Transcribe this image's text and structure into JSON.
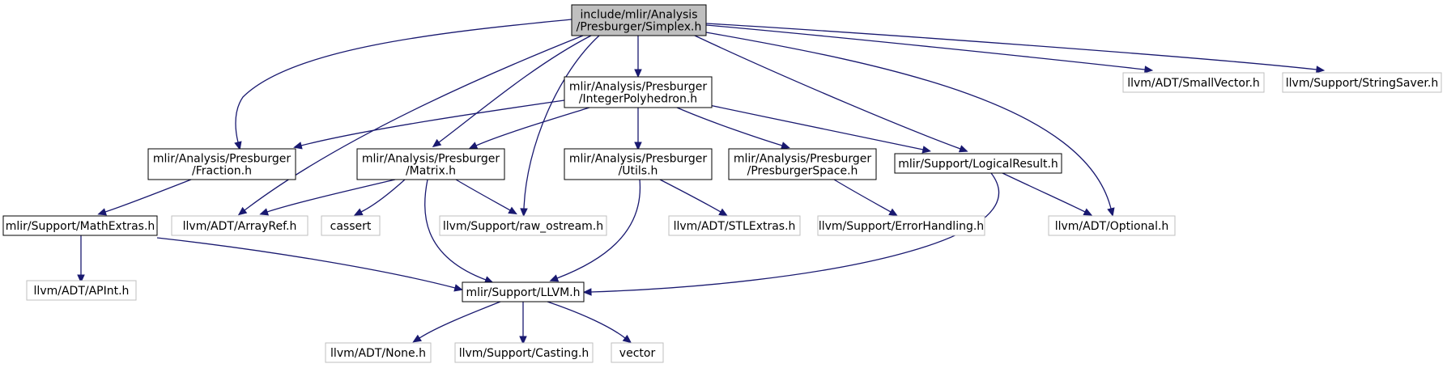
{
  "graph": {
    "title_lines": [
      "include/mlir/Analysis",
      "/Presburger/Simplex.h"
    ],
    "colors": {
      "root_fill": "#bfbfbf",
      "node_border": "#000000",
      "external_border": "#bfbfbf",
      "edge": "#191970"
    },
    "nodes": [
      {
        "id": "simplex",
        "kind": "root",
        "lines": [
          "include/mlir/Analysis",
          "/Presburger/Simplex.h"
        ]
      },
      {
        "id": "integer_polyhedron",
        "kind": "internal",
        "lines": [
          "mlir/Analysis/Presburger",
          "/IntegerPolyhedron.h"
        ]
      },
      {
        "id": "small_vector",
        "kind": "external",
        "lines": [
          "llvm/ADT/SmallVector.h"
        ]
      },
      {
        "id": "string_saver",
        "kind": "external",
        "lines": [
          "llvm/Support/StringSaver.h"
        ]
      },
      {
        "id": "fraction",
        "kind": "internal",
        "lines": [
          "mlir/Analysis/Presburger",
          "/Fraction.h"
        ]
      },
      {
        "id": "matrix",
        "kind": "internal",
        "lines": [
          "mlir/Analysis/Presburger",
          "/Matrix.h"
        ]
      },
      {
        "id": "utils",
        "kind": "internal",
        "lines": [
          "mlir/Analysis/Presburger",
          "/Utils.h"
        ]
      },
      {
        "id": "presburger_space",
        "kind": "internal",
        "lines": [
          "mlir/Analysis/Presburger",
          "/PresburgerSpace.h"
        ]
      },
      {
        "id": "logical_result",
        "kind": "internal",
        "lines": [
          "mlir/Support/LogicalResult.h"
        ]
      },
      {
        "id": "math_extras",
        "kind": "internal",
        "lines": [
          "mlir/Support/MathExtras.h"
        ]
      },
      {
        "id": "array_ref",
        "kind": "external",
        "lines": [
          "llvm/ADT/ArrayRef.h"
        ]
      },
      {
        "id": "cassert",
        "kind": "external",
        "lines": [
          "cassert"
        ]
      },
      {
        "id": "raw_ostream",
        "kind": "external",
        "lines": [
          "llvm/Support/raw_ostream.h"
        ]
      },
      {
        "id": "stl_extras",
        "kind": "external",
        "lines": [
          "llvm/ADT/STLExtras.h"
        ]
      },
      {
        "id": "error_handling",
        "kind": "external",
        "lines": [
          "llvm/Support/ErrorHandling.h"
        ]
      },
      {
        "id": "optional",
        "kind": "external",
        "lines": [
          "llvm/ADT/Optional.h"
        ]
      },
      {
        "id": "apint",
        "kind": "external",
        "lines": [
          "llvm/ADT/APInt.h"
        ]
      },
      {
        "id": "llvm_h",
        "kind": "internal",
        "lines": [
          "mlir/Support/LLVM.h"
        ]
      },
      {
        "id": "none_h",
        "kind": "external",
        "lines": [
          "llvm/ADT/None.h"
        ]
      },
      {
        "id": "casting",
        "kind": "external",
        "lines": [
          "llvm/Support/Casting.h"
        ]
      },
      {
        "id": "vector",
        "kind": "external",
        "lines": [
          "vector"
        ]
      }
    ],
    "edges": [
      {
        "from": "simplex",
        "to": "integer_polyhedron"
      },
      {
        "from": "simplex",
        "to": "small_vector"
      },
      {
        "from": "simplex",
        "to": "string_saver"
      },
      {
        "from": "simplex",
        "to": "fraction"
      },
      {
        "from": "simplex",
        "to": "matrix"
      },
      {
        "from": "simplex",
        "to": "array_ref"
      },
      {
        "from": "simplex",
        "to": "raw_ostream"
      },
      {
        "from": "simplex",
        "to": "logical_result"
      },
      {
        "from": "simplex",
        "to": "optional"
      },
      {
        "from": "integer_polyhedron",
        "to": "fraction"
      },
      {
        "from": "integer_polyhedron",
        "to": "matrix"
      },
      {
        "from": "integer_polyhedron",
        "to": "utils"
      },
      {
        "from": "integer_polyhedron",
        "to": "presburger_space"
      },
      {
        "from": "integer_polyhedron",
        "to": "logical_result"
      },
      {
        "from": "fraction",
        "to": "math_extras"
      },
      {
        "from": "matrix",
        "to": "array_ref"
      },
      {
        "from": "matrix",
        "to": "cassert"
      },
      {
        "from": "matrix",
        "to": "raw_ostream"
      },
      {
        "from": "matrix",
        "to": "llvm_h"
      },
      {
        "from": "utils",
        "to": "stl_extras"
      },
      {
        "from": "utils",
        "to": "llvm_h"
      },
      {
        "from": "presburger_space",
        "to": "error_handling"
      },
      {
        "from": "logical_result",
        "to": "optional"
      },
      {
        "from": "logical_result",
        "to": "llvm_h"
      },
      {
        "from": "math_extras",
        "to": "apint"
      },
      {
        "from": "math_extras",
        "to": "llvm_h"
      },
      {
        "from": "llvm_h",
        "to": "none_h"
      },
      {
        "from": "llvm_h",
        "to": "casting"
      },
      {
        "from": "llvm_h",
        "to": "vector"
      }
    ]
  }
}
